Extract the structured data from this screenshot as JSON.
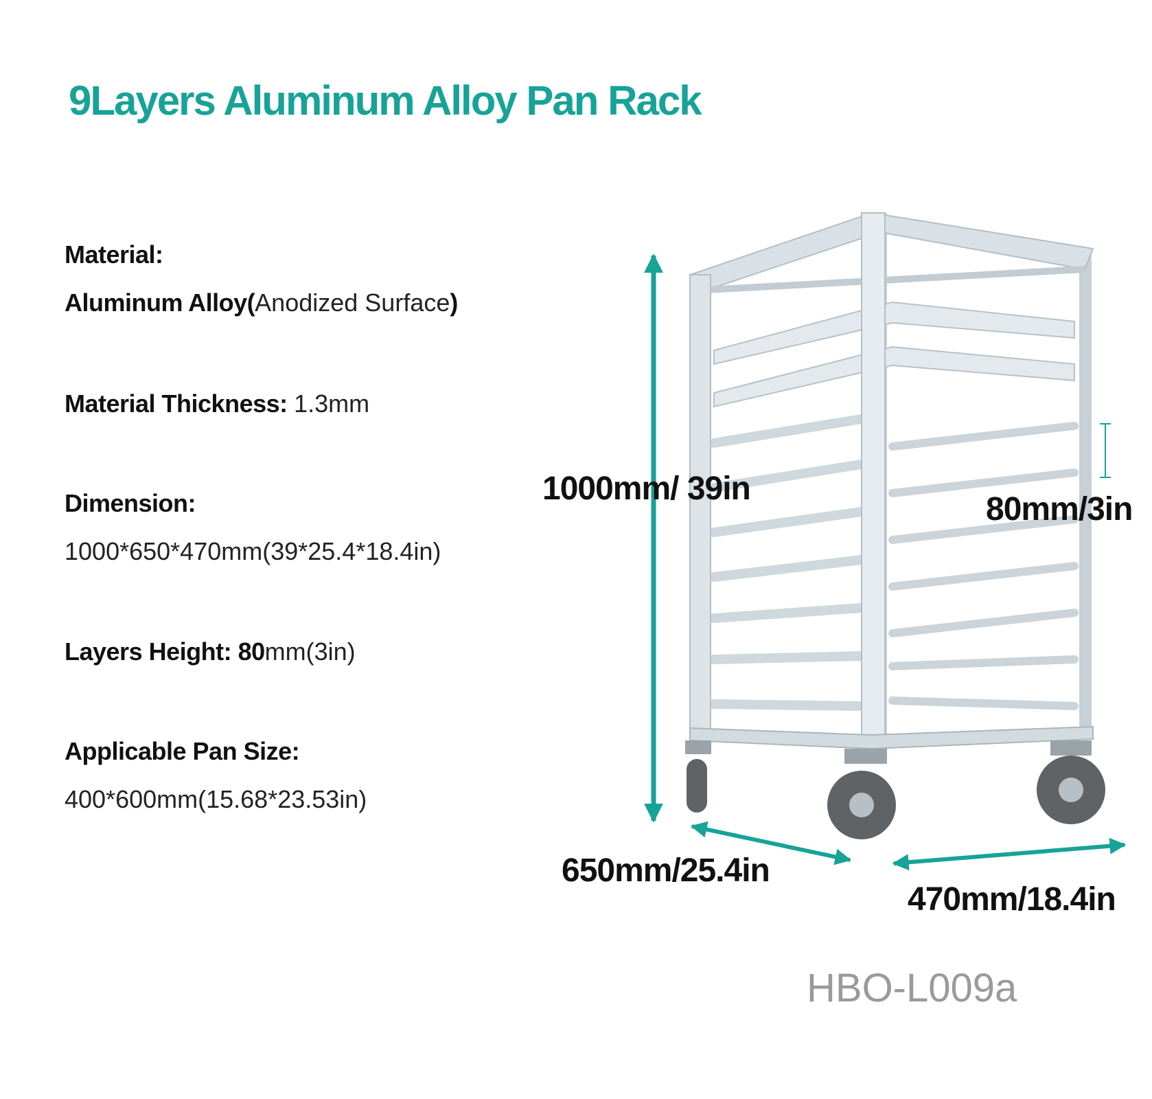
{
  "title": "9Layers Aluminum Alloy Pan Rack",
  "specs": {
    "material_label": "Material:",
    "material_value_bold": "Aluminum Alloy(",
    "material_value_normal": "Anodized Surface",
    "material_value_close": ")",
    "thickness_label": "Material Thickness: ",
    "thickness_value": "1.3mm",
    "dimension_label": "Dimension:",
    "dimension_value": "1000*650*470mm(39*25.4*18.4in)",
    "layers_label": "Layers Height: ",
    "layers_value_bold": "80",
    "layers_value_normal": "mm(3in)",
    "pan_label": "Applicable Pan Size:",
    "pan_value": "400*600mm(15.68*23.53in)"
  },
  "dimensions": {
    "height": "1000mm/ 39in",
    "layer": "80mm/3in",
    "depth": "650mm/25.4in",
    "width": "470mm/18.4in"
  },
  "model": "HBO-L009a",
  "colors": {
    "accent": "#17a397",
    "frame": "#d7dfe4",
    "frame_dark": "#b3bec6",
    "wheel": "#5f6366"
  }
}
